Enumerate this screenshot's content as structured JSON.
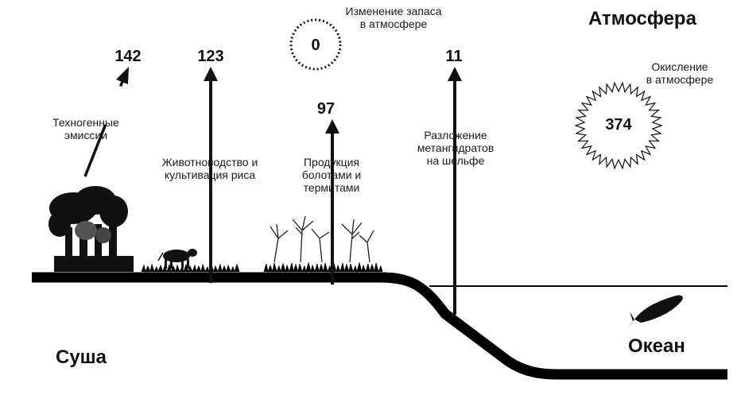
{
  "regions": {
    "atmosphere": "Атмосфера",
    "land": "Суша",
    "ocean": "Океан"
  },
  "fluxes": [
    {
      "value": "142",
      "label_lines": [
        "Техногенные",
        "эмиссии"
      ]
    },
    {
      "value": "123",
      "label_lines": [
        "Животноводство и",
        "культивация риса"
      ]
    },
    {
      "value": "97",
      "label_lines": [
        "Продукция",
        "болотами и",
        "термитами"
      ]
    },
    {
      "value": "11",
      "label_lines": [
        "Разложение",
        "метангидратов",
        "на шельфе"
      ]
    }
  ],
  "storage_change": {
    "value": "0",
    "label_lines": [
      "Изменение запаса",
      "в атмосфере"
    ]
  },
  "oxidation": {
    "value": "374",
    "label_lines": [
      "Окисление",
      "в атмосфере"
    ]
  }
}
